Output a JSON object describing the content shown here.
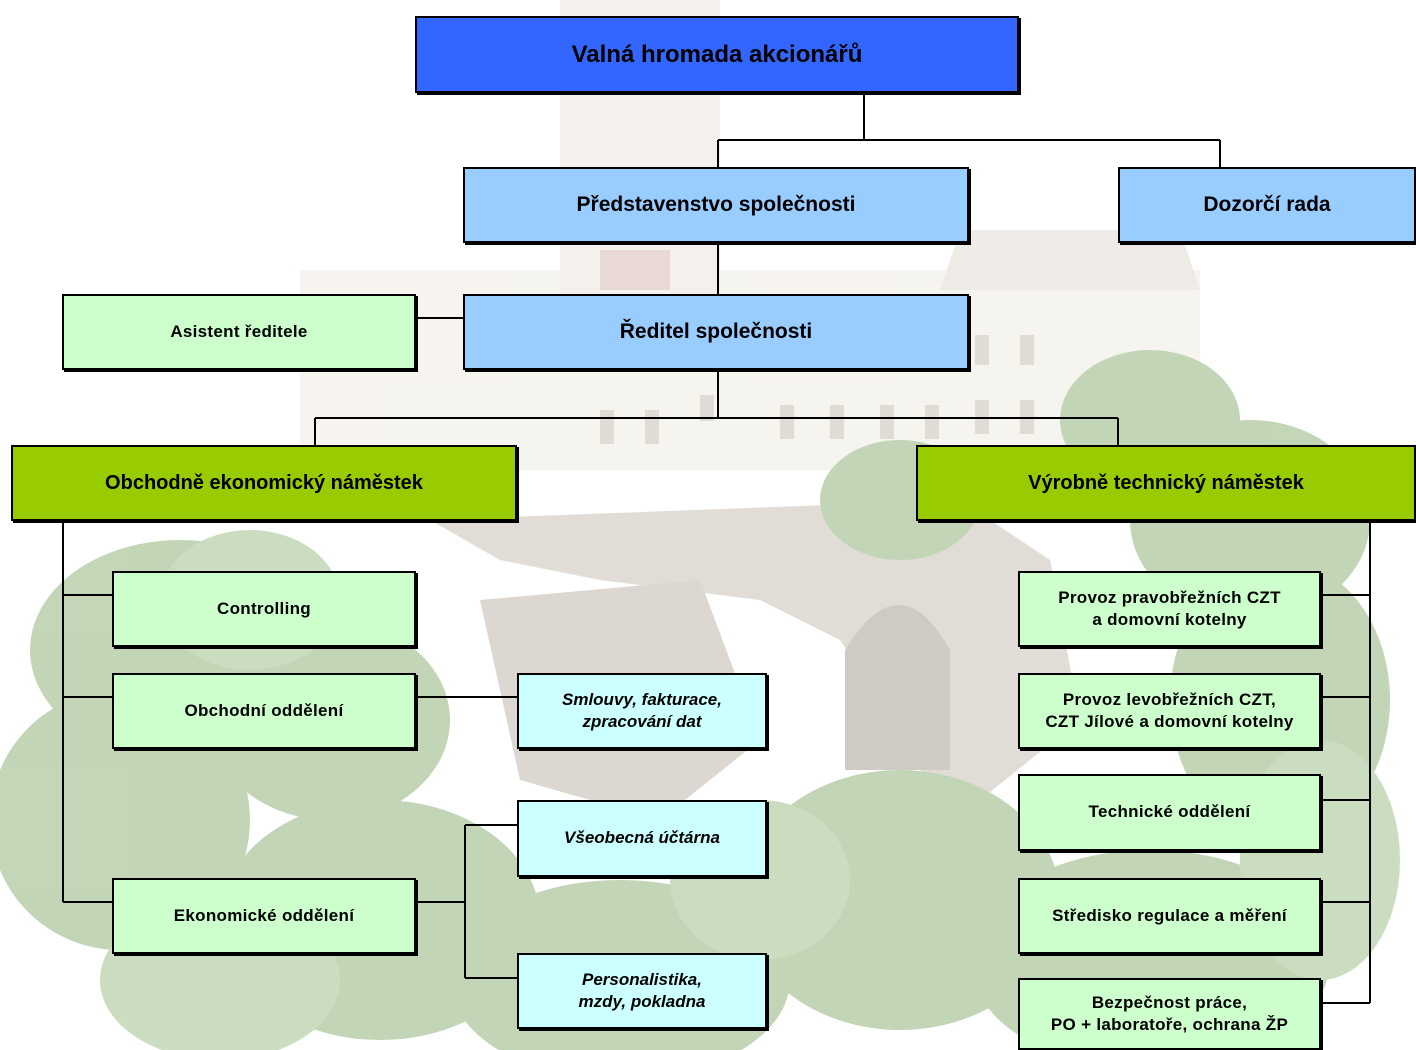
{
  "colors": {
    "top": "#3366ff",
    "board": "#99ccff",
    "deputy": "#99cc00",
    "department": "#ccffcc",
    "subunit": "#ccffff",
    "line": "#000000"
  },
  "chart": {
    "top": "Valná hromada akcionářů",
    "board": "Představenstvo společnosti",
    "supervisory": "Dozorčí rada",
    "director": "Ředitel společnosti",
    "assistant": "Asistent ředitele",
    "deputy_left": "Obchodně ekonomický náměstek",
    "deputy_right": "Výrobně technický náměstek",
    "left_departments": [
      "Controlling",
      "Obchodní oddělení",
      "Ekonomické oddělení"
    ],
    "sub_units": [
      "Smlouvy, fakturace,\nzpracování dat",
      "Všeobecná účtárna",
      "Personalistika,\nmzdy, pokladna"
    ],
    "right_departments": [
      "Provoz pravobřežních CZT\na domovní kotelny",
      "Provoz levobřežních CZT,\nCZT Jílové a domovní kotelny",
      "Technické oddělení",
      "Středisko regulace a měření",
      "Bezpečnost práce,\nPO + laboratoře, ochrana ŽP"
    ]
  }
}
